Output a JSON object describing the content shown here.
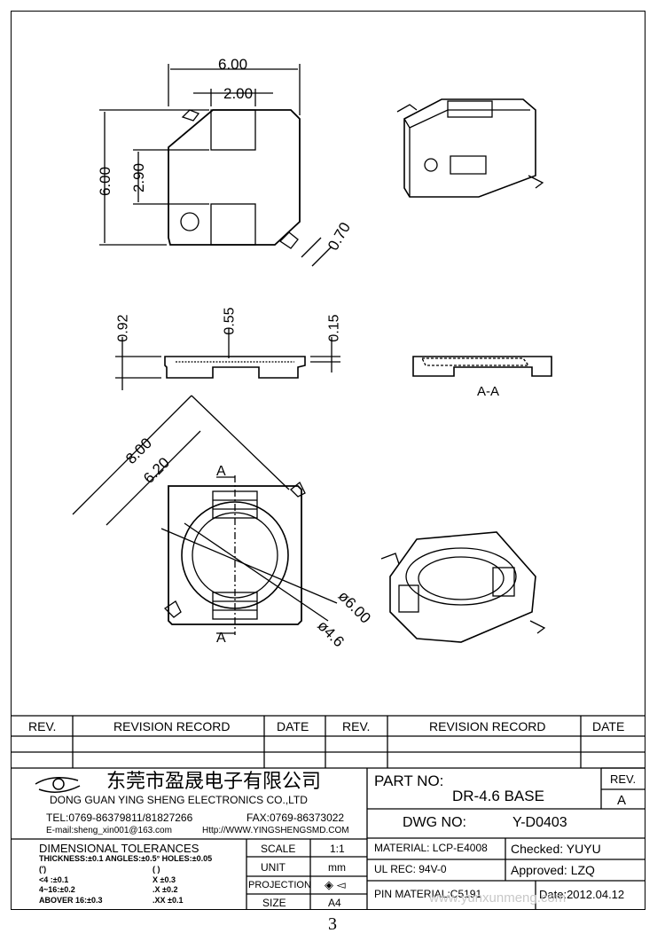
{
  "drawing": {
    "top_view": {
      "w": "6.00",
      "slot": "2.00",
      "h": "6.00",
      "slot_h": "2.90",
      "lead": "0.70"
    },
    "side_view": {
      "h1": "0.92",
      "mid": "0.55",
      "thk": "0.15"
    },
    "section": {
      "label": "A-A"
    },
    "bottom_view": {
      "d1": "8.00",
      "d2": "6.20",
      "dia_outer": "ø6.00",
      "dia_inner": "ø4.6",
      "cut_top": "A",
      "cut_bottom": "A"
    }
  },
  "revision_table": {
    "headers": [
      "REV.",
      "REVISION RECORD",
      "DATE",
      "REV.",
      "REVISION RECORD",
      "DATE"
    ]
  },
  "company": {
    "name_cn": "东莞市盈晟电子有限公司",
    "name_en": "DONG GUAN YING SHENG ELECTRONICS CO.,LTD",
    "tel": "TEL:0769-86379811/81827266",
    "fax": "FAX:0769-86373022",
    "email": "E-mail:sheng_xin001@163.com",
    "web": "Http://WWW.YINGSHENGSMD.COM"
  },
  "tolerances": {
    "title": "DIMENSIONAL TOLERANCES",
    "line1": "THICKNESS:±0.1  ANGLES:±0.5°  HOLES:±0.05",
    "c1": [
      "(′)",
      "<4 :±0.1",
      "4~16:±0.2",
      "ABOVER 16:±0.3"
    ],
    "c2": [
      "( )",
      "X  ±0.3",
      ".X  ±0.2",
      ".XX  ±0.1"
    ]
  },
  "info": {
    "scale_label": "SCALE",
    "scale": "1:1",
    "unit_label": "UNIT",
    "unit": "mm",
    "proj_label": "PROJECTION",
    "proj": "◈ ◅",
    "size_label": "SIZE",
    "size": "A4"
  },
  "title_block": {
    "part_label": "PART NO:",
    "part": "DR-4.6 BASE",
    "rev_label": "REV.",
    "rev": "A",
    "dwg_label": "DWG NO:",
    "dwg": "Y-D0403",
    "material": "MATERIAL: LCP-E4008",
    "checked": "Checked:   YUYU",
    "ul": "UL REC: 94V-0",
    "approved": "Approved:    LZQ",
    "pin": "PIN MATERIAL:C5191",
    "date": "Date:2012.04.12"
  },
  "watermark": "www.yunxunmeng.com",
  "page_number": "3"
}
